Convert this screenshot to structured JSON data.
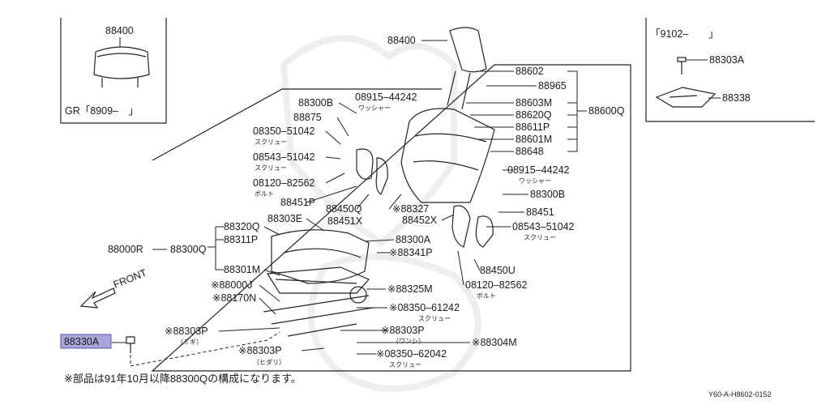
{
  "inset_headrest": {
    "part": "88400",
    "grade": "GR「8909–　」"
  },
  "inset_right": {
    "period": "「9102–　　」",
    "parts": [
      "88303A",
      "88338"
    ]
  },
  "front_label": "FRONT",
  "highlight_part": "88330A",
  "footnote": "※部品は91年10月以降88300Qの構成になります。",
  "diagram_code": "Y60-A-H8602-0152",
  "labels": {
    "p88400": "88400",
    "p88602": "88602",
    "p88965": "88965",
    "p88603M": "88603M",
    "p88620Q": "88620Q",
    "p88611P": "88611P",
    "p88601M": "88601M",
    "p88648": "88648",
    "p88600Q": "88600Q",
    "p08915_44242a": "08915–44242",
    "washer_a": "ワッシャー",
    "p88300B_l": "88300B",
    "p88875": "88875",
    "p08350_51042": "08350–51042",
    "screw_a": "スクリュー",
    "p08543_51042_l": "08543–51042",
    "screw_b": "スクリュー",
    "p08120_82562_l": "08120–82562",
    "bolt_a": "ボルト",
    "p88451P": "88451P",
    "p88450Q": "88450Q",
    "p88451X": "88451X",
    "p88327": "※88327",
    "p88452X": "88452X",
    "p08915_44242b": "08915–44242",
    "washer_b": "ワッシャー",
    "p88300B_r": "88300B",
    "p88451": "88451",
    "p08543_51042_r": "08543–51042",
    "screw_c": "スクリュー",
    "p88450U": "88450U",
    "p08120_82562_r": "08120–82562",
    "bolt_b": "ボルト",
    "p88320Q": "88320Q",
    "p88303E": "88303E",
    "p88311P": "88311P",
    "p88300Q": "88300Q",
    "p88000R": "88000R",
    "p88301M": "88301M",
    "p88300A": "88300A",
    "p88341P": "※88341P",
    "p88000J": "※88000J",
    "p88325M": "※88325M",
    "p88170N": "※88170N",
    "p08350_61242": "※08350–61242",
    "screw_d": "スクリュー",
    "p88303P_migi": "※88303P",
    "migi": "（ミギ）",
    "p88303P_wanshi": "※88303P",
    "wanshi": "（ワンシ）",
    "p88304M": "※88304M",
    "p88303P_hidari": "※88303P",
    "hidari": "（ヒダリ）",
    "p08350_62042": "※08350–62042",
    "screw_e": "スクリュー"
  }
}
